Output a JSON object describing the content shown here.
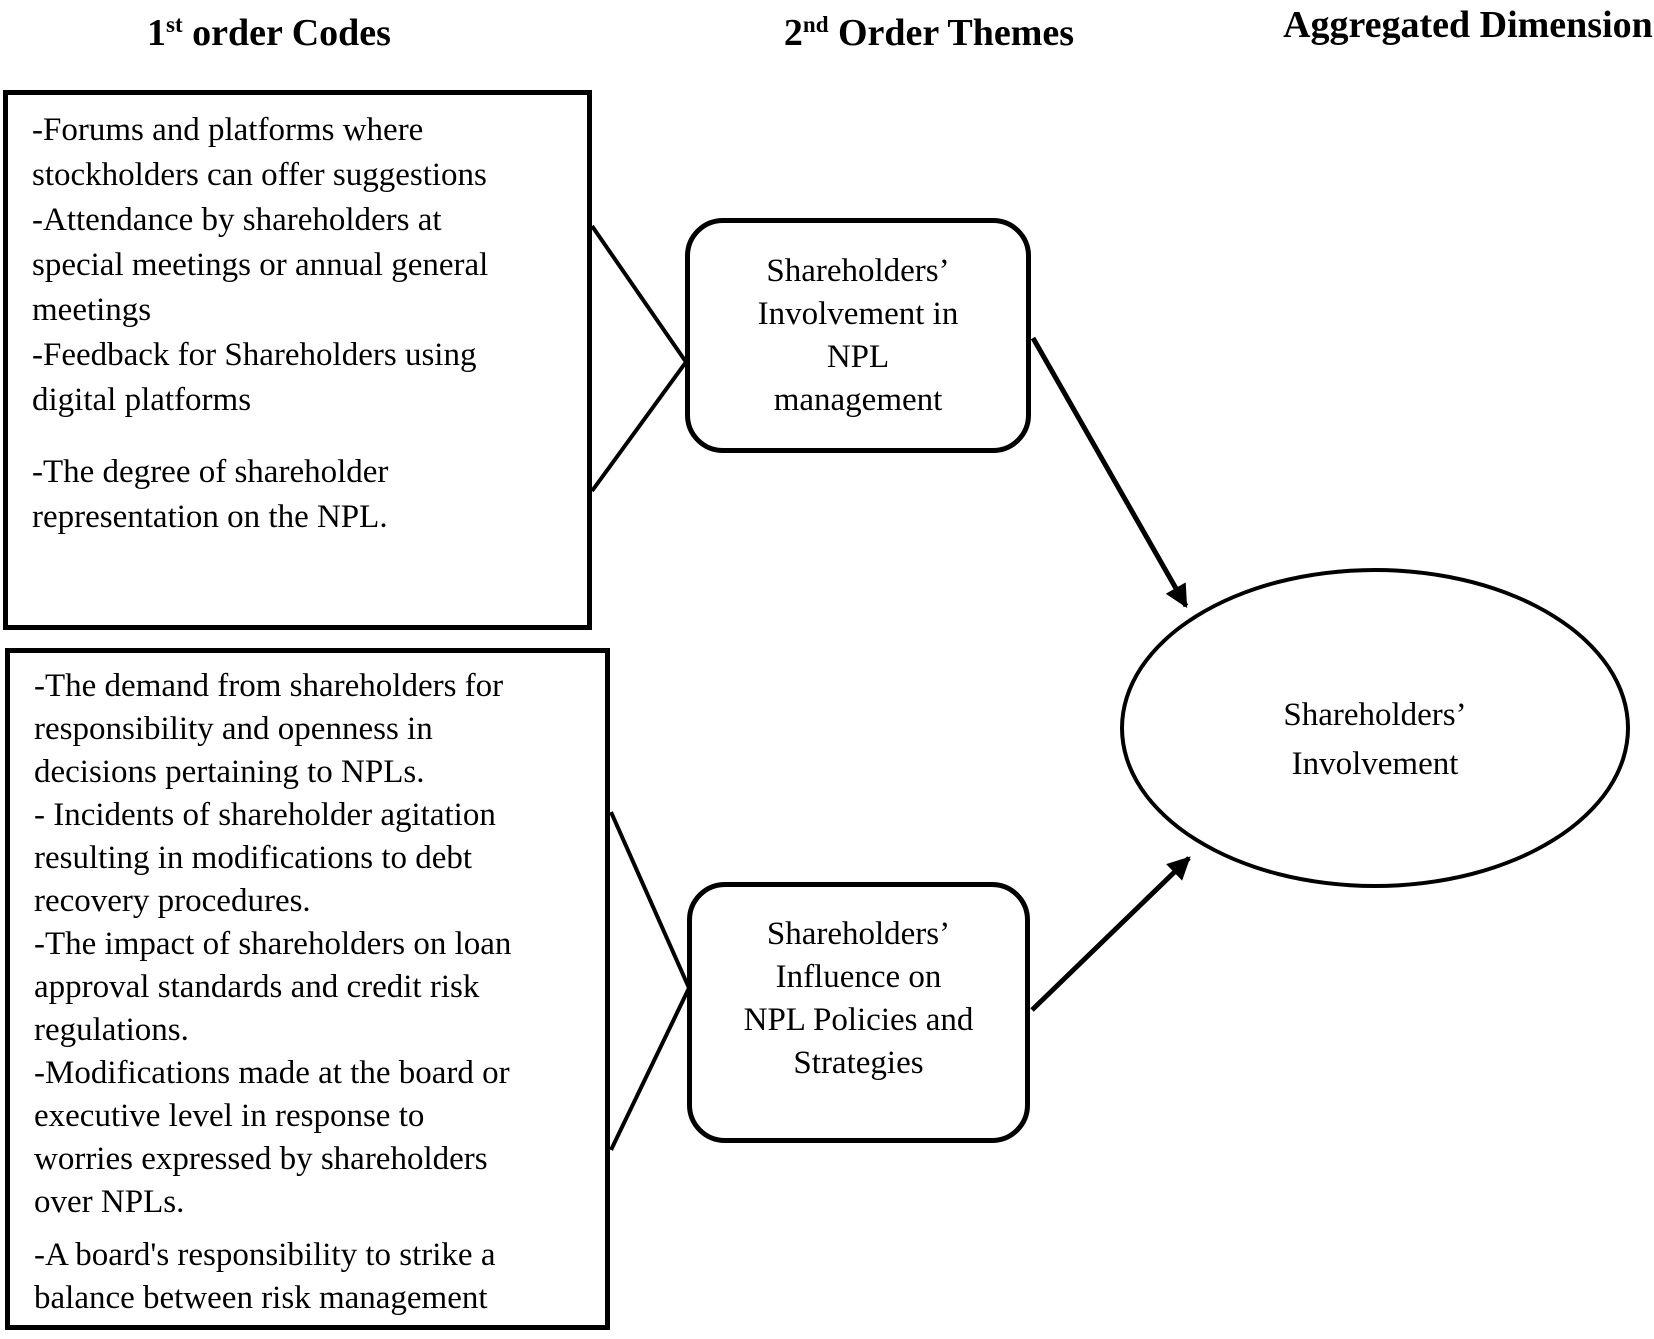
{
  "colors": {
    "ink": "#000000",
    "background": "#ffffff"
  },
  "headers": {
    "first_order": {
      "base": "1",
      "sup": "st",
      "rest": " order Codes"
    },
    "second_order": {
      "base": "2",
      "sup": "nd",
      "rest": " Order Themes"
    },
    "aggregated": "Aggregated Dimension"
  },
  "first_order_boxes": [
    {
      "items": [
        {
          "lines": [
            "-Forums and platforms where",
            "stockholders can offer suggestions"
          ]
        },
        {
          "lines": [
            "-Attendance by shareholders at",
            "special meetings or annual general",
            "meetings"
          ]
        },
        {
          "lines": [
            "-Feedback for Shareholders using",
            "digital platforms"
          ]
        },
        {
          "gap_before": true,
          "lines": [
            "-The degree of shareholder",
            "representation on the NPL."
          ]
        }
      ]
    },
    {
      "items": [
        {
          "lines": [
            "-The demand from shareholders for",
            "responsibility and openness in",
            "decisions pertaining to NPLs."
          ]
        },
        {
          "lines": [
            "- Incidents of shareholder agitation",
            "resulting in modifications to debt",
            "recovery procedures."
          ]
        },
        {
          "lines": [
            "-The impact of shareholders on loan",
            "approval standards and credit risk",
            "regulations."
          ]
        },
        {
          "lines": [
            "-Modifications made at the board or",
            "executive level in response to",
            "worries expressed by shareholders",
            "over NPLs."
          ]
        },
        {
          "gap_before": true,
          "lines": [
            "-A board's responsibility to strike a",
            "balance between risk management"
          ]
        }
      ]
    }
  ],
  "second_order_themes": [
    {
      "lines": [
        "Shareholders’",
        "Involvement in",
        "NPL",
        "management"
      ]
    },
    {
      "lines": [
        "Shareholders’",
        "Influence on",
        "NPL Policies and",
        "Strategies"
      ]
    }
  ],
  "aggregated_dimension": {
    "lines": [
      "Shareholders’",
      "Involvement"
    ]
  }
}
